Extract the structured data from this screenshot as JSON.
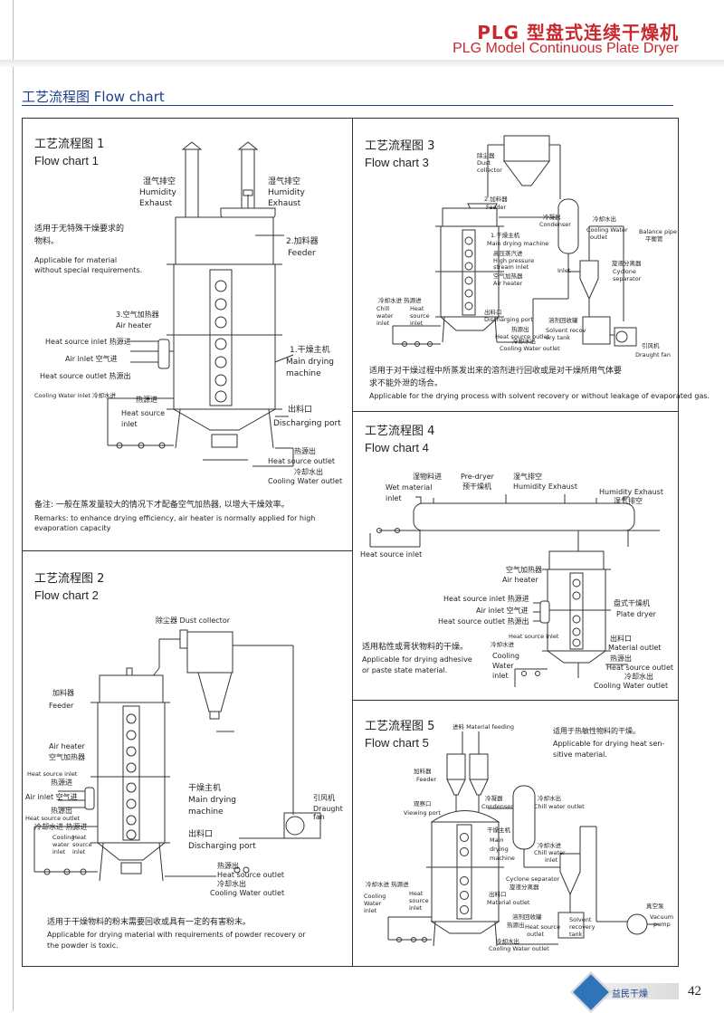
{
  "header": {
    "title_cn": "PLG 型盘式连续干燥机",
    "title_en": "PLG Model Continuous Plate Dryer"
  },
  "section": {
    "title": "工艺流程图 Flow chart"
  },
  "footer": {
    "brand": "益民干燥",
    "page": "42"
  },
  "fc1": {
    "title_cn": "工艺流程图 1",
    "title_en": "Flow chart 1",
    "exhaust_l": [
      "湿气排空",
      "Humidity",
      "Exhaust"
    ],
    "exhaust_r": [
      "湿气排空",
      "Humidity",
      "Exhaust"
    ],
    "feeder": [
      "2.加料器",
      "Feeder"
    ],
    "applicable": [
      "适用于无特殊干燥要求的",
      "物料。",
      "Applicable for material",
      "without special requirements."
    ],
    "heater": [
      "3.空气加热器",
      "Air heater"
    ],
    "hs_inlet": "Heat source inlet 热源进",
    "air_inlet": "Air inlet 空气进",
    "hs_outlet": "Heat source outlet 热源出",
    "cw_inlet": "Cooling Water inlet 冷却水进",
    "hs_inlet2": [
      "热源进",
      "Heat source",
      "inlet"
    ],
    "main": [
      "1.干燥主机",
      "Main drying",
      "machine"
    ],
    "discharge": [
      "出料口",
      "Discharging port"
    ],
    "hs_out2": [
      "热源出",
      "Heat source outlet"
    ],
    "cw_out": [
      "冷却水出",
      "Cooling Water outlet"
    ],
    "remark": [
      "备注: 一般在蒸发量较大的情况下才配备空气加热器, 以增大干燥效率。",
      "Remarks: to enhance drying efficiency, air heater is normally applied for high",
      "evaporation capacity"
    ]
  },
  "fc2": {
    "title_cn": "工艺流程图 2",
    "title_en": "Flow chart 2",
    "dust": "除尘器 Dust collector",
    "feeder": [
      "加料器",
      "Feeder"
    ],
    "heater": [
      "Air heater",
      "空气加热器"
    ],
    "hs_inlet": [
      "Heat source inlet",
      "热源进"
    ],
    "air_inlet": "Air inlet 空气进",
    "hs_outlet": [
      "热源出",
      "Heat source outlet"
    ],
    "cw_inlet": [
      "冷却水进 热源进"
    ],
    "cw_labels": [
      "Cooling",
      "water",
      "inlet"
    ],
    "hs_labels": [
      "Heat",
      "source",
      "inlet"
    ],
    "main": [
      "干燥主机",
      "Main drying",
      "machine"
    ],
    "discharge": [
      "出料口",
      "Discharging port"
    ],
    "fan": [
      "引风机",
      "Draught",
      "fan"
    ],
    "hs_out2": [
      "热源出",
      "Heat source outlet"
    ],
    "cw_out": [
      "冷却水出",
      "Cooling Water outlet"
    ],
    "desc": [
      "适用于干燥物料的粉末需要回收或具有一定的有害粉末。",
      "Applicable for drying material with requirements of powder recovery or",
      "the powder is toxic."
    ]
  },
  "fc3": {
    "title_cn": "工艺流程图 3",
    "title_en": "Flow chart 3",
    "dust": [
      "除尘器",
      "Dust",
      "collector"
    ],
    "feeder": [
      "2.加料器",
      "Feeder"
    ],
    "condenser": [
      "冷凝器",
      "Condenser"
    ],
    "cw_out": [
      "冷却水出",
      "Cooling Water",
      "outlet"
    ],
    "balance": [
      "Balance pipe",
      "平衡管"
    ],
    "main": [
      "1.干燥主机",
      "Main drying machine"
    ],
    "steam": [
      "高压蒸汽进",
      "High pressure",
      "stream inlet"
    ],
    "heater": [
      "空气加热器",
      "Air heater"
    ],
    "inlet": "Inlet",
    "cyclone": [
      "旋液分离器",
      "Cyclone",
      "separator"
    ],
    "chill": [
      "冷却水进 热源进",
      "Chill",
      "water",
      "inlet"
    ],
    "hs_labels": [
      "Heat",
      "source",
      "inlet"
    ],
    "discharge": [
      "出料口",
      "Discharging port"
    ],
    "hs_out": [
      "热源出",
      "Heat source outlet"
    ],
    "solvent": [
      "溶剂回收罐",
      "Solvent recov",
      "ery tank"
    ],
    "cw_out2": [
      "冷却水出",
      "Cooling Water outlet"
    ],
    "fan": [
      "引风机",
      "Draught fan"
    ],
    "desc": [
      "适用于对干燥过程中所蒸发出来的溶剂进行回收或是对干燥所用气体要",
      "求不能外泄的场合。",
      "Applicable for the drying process with solvent recovery or without leakage of evaporated gas."
    ]
  },
  "fc4": {
    "title_cn": "工艺流程图 4",
    "title_en": "Flow chart 4",
    "wet": [
      "湿物料进",
      "Wet material",
      "inlet"
    ],
    "predryer": [
      "Pre-dryer",
      "预干燥机"
    ],
    "hum1": [
      "湿气排空",
      "Humidity Exhaust"
    ],
    "hum2": [
      "Humidity Exhaust",
      "湿气排空"
    ],
    "hs_inlet_top": "Heat source inlet",
    "heater": [
      "空气加热器",
      "Air heater"
    ],
    "hs_inlet": "Heat source inlet 热源进",
    "air_inlet": "Air inlet 空气进",
    "hs_outlet": "Heat source outlet 热源出",
    "plate": [
      "盘式干燥机",
      "Plate dryer"
    ],
    "desc": [
      "适用粘性或膏状物料的干燥。",
      "Applicable for drying adhesive",
      "or paste state material."
    ],
    "cw_in": [
      "冷却水进",
      "Cooling",
      "Water",
      "inlet"
    ],
    "hs_in_small": "Heat source inlet",
    "material_out": [
      "出料口",
      "Material outlet"
    ],
    "hs_out": [
      "热源出",
      "Heat source outlet"
    ],
    "cw_out": [
      "冷却水出",
      "Cooling Water outlet"
    ]
  },
  "fc5": {
    "title_cn": "工艺流程图 5",
    "title_en": "Flow chart 5",
    "feeding": "进料 Material feeding",
    "desc": [
      "适用于热敏性物料的干燥。",
      "Applicable for drying heat sen-",
      "sitive material."
    ],
    "feeder": [
      "加料器",
      "Feeder"
    ],
    "viewing": [
      "观察口",
      "Viewing port"
    ],
    "condenser": [
      "冷凝器",
      "Condenser"
    ],
    "cw_out": [
      "冷却水出",
      "Chill water outlet"
    ],
    "main": [
      "干燥主机",
      "Main",
      "drying",
      "machine"
    ],
    "chill_in": [
      "冷却水进",
      "Chill water",
      "inlet"
    ],
    "cyclone": [
      "Cyclone separator",
      "旋液分离器"
    ],
    "cw_in": [
      "冷却水进 热源进"
    ],
    "cw_labels": [
      "Cooling",
      "Water",
      "inlet"
    ],
    "hs_labels": [
      "Heat",
      "source",
      "inlet"
    ],
    "material_out": [
      "出料口",
      "Material outlet"
    ],
    "solvent": [
      "溶剂回收罐",
      "Solvent",
      "recovery",
      "tank"
    ],
    "hs_out": [
      "热源出",
      "Heat source",
      "outlet"
    ],
    "cw_out2": [
      "冷却水出",
      "Cooling Water outlet"
    ],
    "vacuum": [
      "真空泵",
      "Vacuum",
      "pump"
    ]
  }
}
